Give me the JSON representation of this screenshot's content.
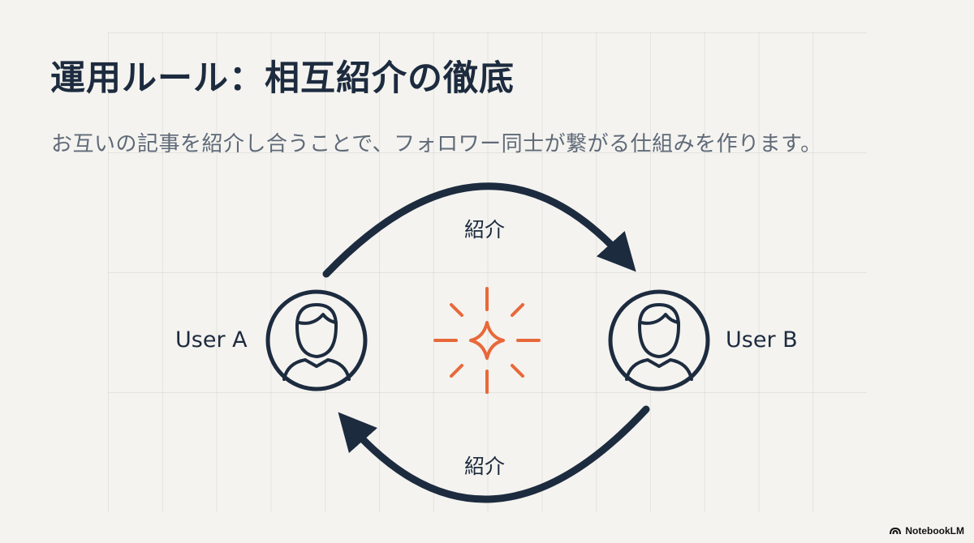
{
  "slide": {
    "title": "運用ルール：相互紹介の徹底",
    "subtitle": "お互いの記事を紹介し合うことで、フォロワー同士が繋がる仕組みを作ります。"
  },
  "diagram": {
    "node_a_label": "User A",
    "node_b_label": "User B",
    "arrow_top_label": "紹介",
    "arrow_bottom_label": "紹介",
    "center_icon": "sparkle-icon",
    "user_icon": "user-avatar-icon"
  },
  "colors": {
    "background": "#f4f3ef",
    "primary": "#1d2b3f",
    "accent": "#e8683a",
    "subtitle": "#5f6a78"
  },
  "branding": {
    "label": "NotebookLM"
  }
}
